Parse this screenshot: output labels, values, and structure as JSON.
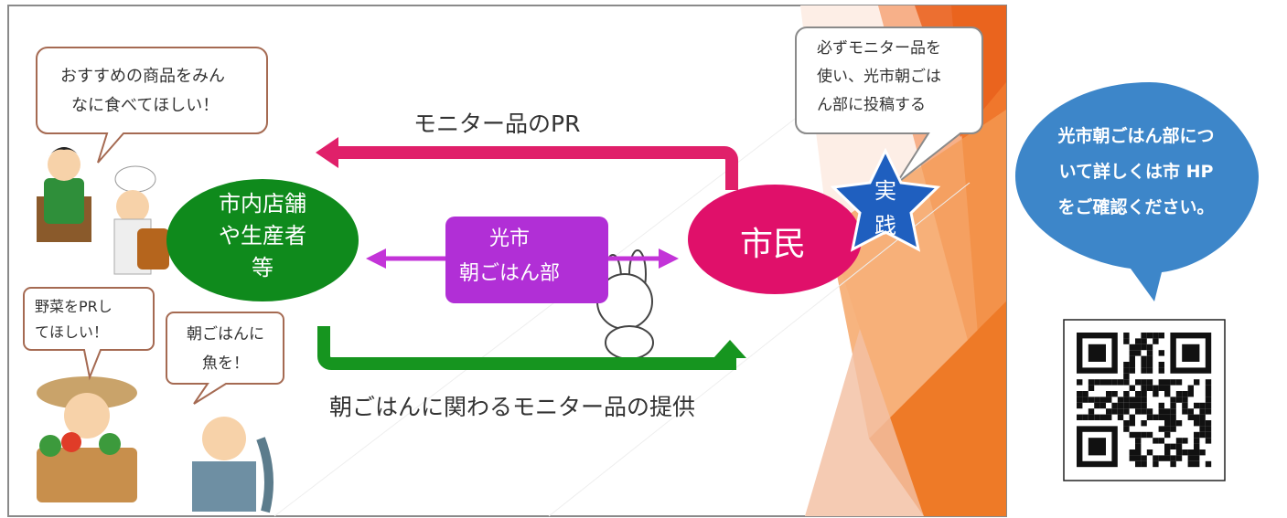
{
  "bubbles": {
    "shop_owner": {
      "line1": "おすすめの商品をみん",
      "line2": "なに食べてほしい！"
    },
    "farmer": {
      "line1": "野菜をPRし",
      "line2": "てほしい！"
    },
    "fisher": {
      "line1": "朝ごはんに",
      "line2": "魚を！"
    },
    "citizen": {
      "line1": "必ずモニター品を",
      "line2": "使い、光市朝ごは",
      "line3": "ん部に投稿する"
    }
  },
  "nodes": {
    "producers": {
      "line1": "市内店舗",
      "line2": "や生産者",
      "line3": "等",
      "color": "#0f8a1c"
    },
    "club": {
      "line1": "光市",
      "line2": "朝ごはん部",
      "color": "#b12fd6"
    },
    "citizens": {
      "label": "市民",
      "color": "#e0106a"
    }
  },
  "star": {
    "line1": "実",
    "line2": "践",
    "color": "#1f5fbf"
  },
  "arrows": {
    "pr": {
      "label": "モニター品のPR",
      "color": "#e0206a"
    },
    "supply": {
      "label": "朝ごはんに関わるモニター品の提供",
      "color": "#16951f"
    },
    "link_color": "#c334d8"
  },
  "callout": {
    "line1": "光市朝ごはん部につ",
    "line2": "いて詳しくは市 HP",
    "line3": "をご確認ください。",
    "color": "#3d86c9"
  }
}
